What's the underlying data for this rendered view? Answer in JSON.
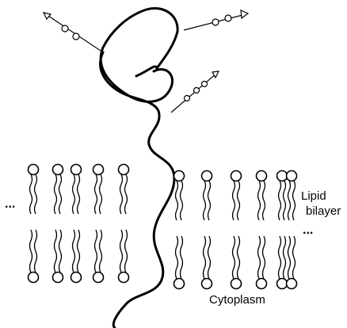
{
  "labels": {
    "lipid_line1": "Lipid",
    "lipid_line2": "bilayer",
    "cytoplasm": "Cytoplasm",
    "ellipsis_left": "...",
    "ellipsis_right": "..."
  },
  "colors": {
    "ink": "#000000",
    "background": "#ffffff"
  },
  "lipid_groups": {
    "left_count": 5,
    "right_count": 6
  }
}
